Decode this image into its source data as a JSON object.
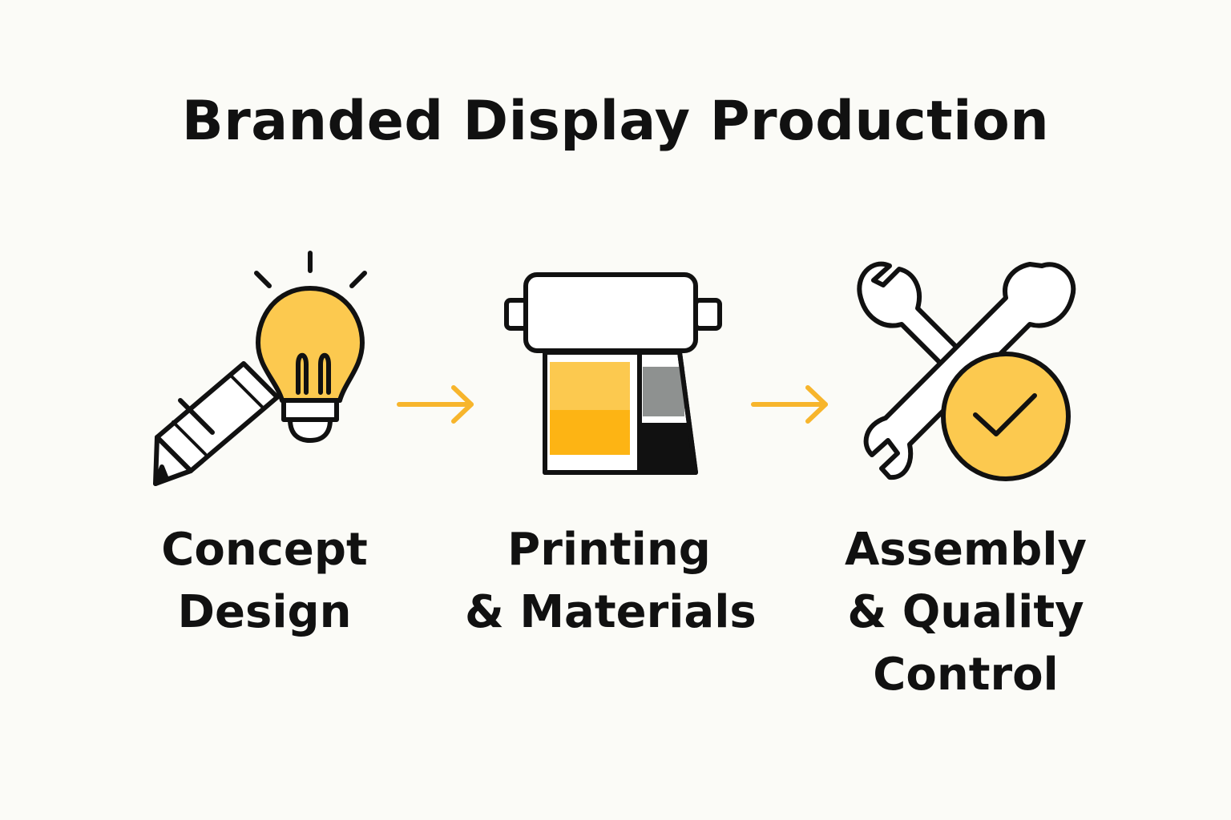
{
  "title": "Branded Display Production",
  "steps": [
    {
      "icon": "lightbulb-pencil-icon",
      "lines": [
        "Concept",
        "Design"
      ]
    },
    {
      "icon": "printer-icon",
      "lines": [
        "Printing",
        "& Materials"
      ]
    },
    {
      "icon": "wrenches-checkmark-icon",
      "lines": [
        "Assembly",
        "& Quality",
        "Control"
      ]
    }
  ],
  "colors": {
    "background": "#fbfbf7",
    "accent_yellow": "#fcc94f",
    "accent_orange": "#fdb414",
    "arrow": "#f7b52c",
    "outline": "#111111",
    "gray": "#8e9190"
  }
}
